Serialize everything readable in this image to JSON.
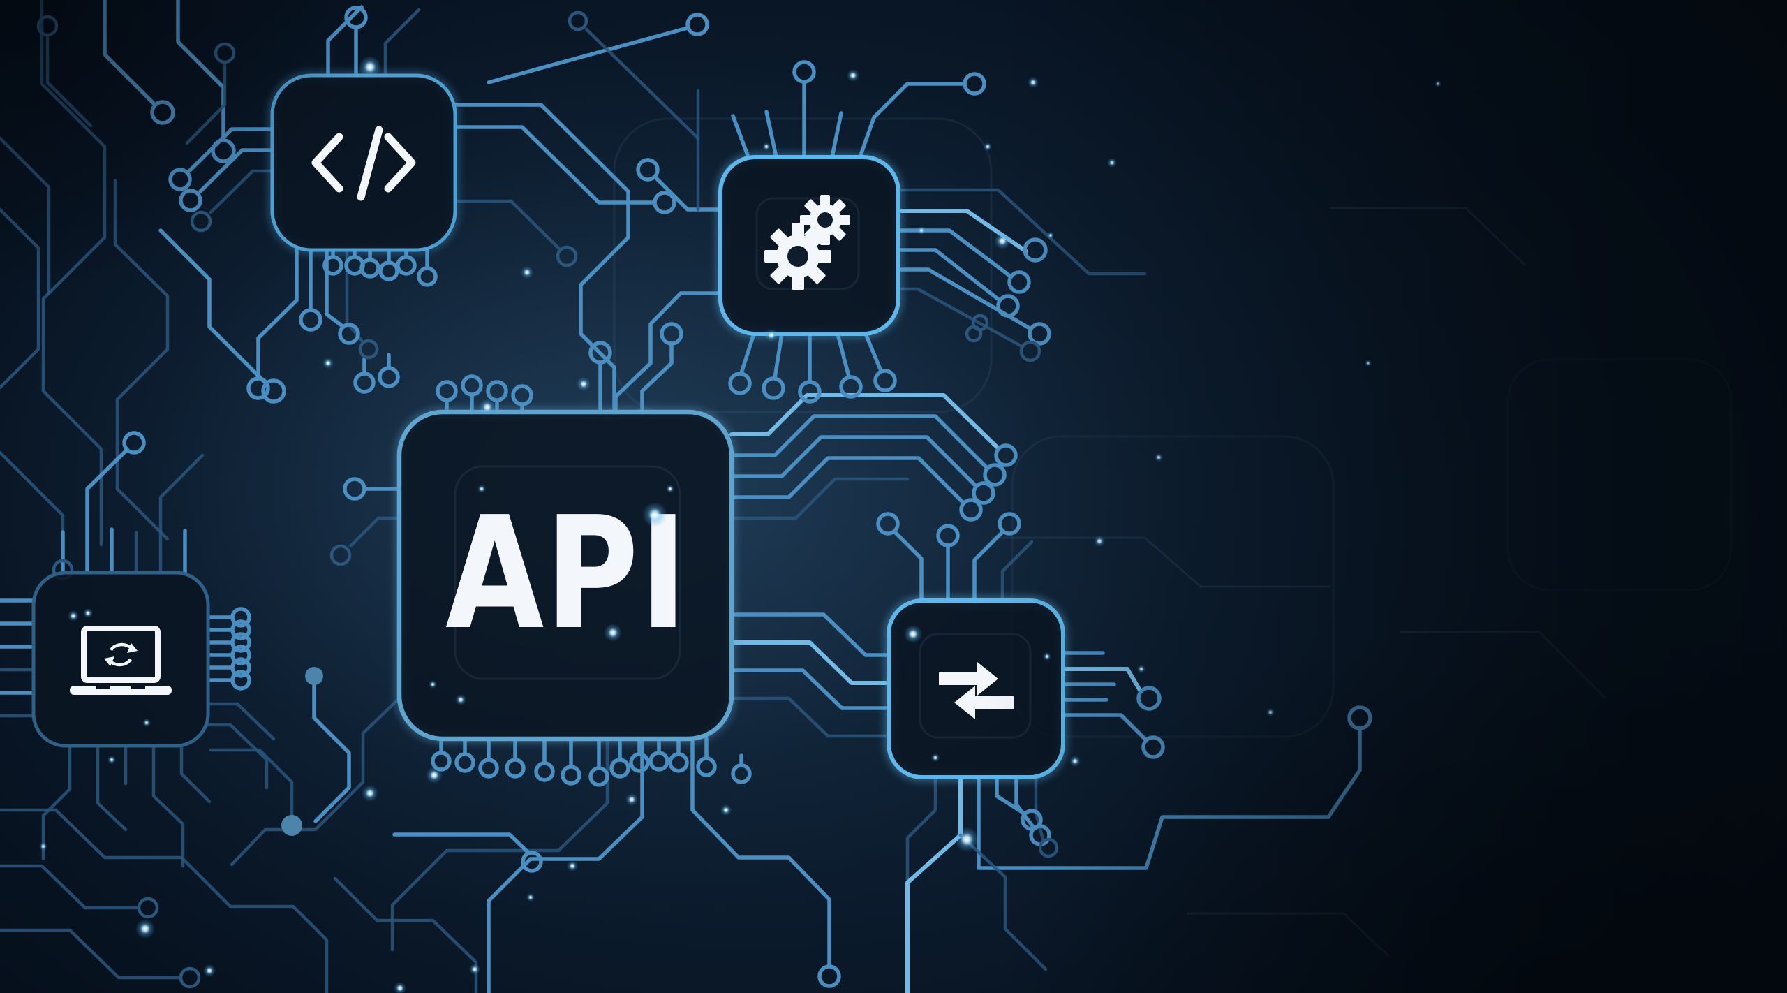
{
  "illustration": {
    "center_chip": {
      "label": "API"
    },
    "chips": [
      {
        "name": "code",
        "icon": "code-slash-icon"
      },
      {
        "name": "settings",
        "icon": "gears-icon"
      },
      {
        "name": "device-sync",
        "icon": "laptop-sync-icon"
      },
      {
        "name": "data-exchange",
        "icon": "transfer-arrows-icon"
      }
    ]
  },
  "colors": {
    "bg_dark": "#040b14",
    "bg_mid": "#0c1c2e",
    "bg_glow": "#2e5876",
    "trace": "#4b8fc2",
    "trace_bright": "#73b9e6",
    "trace_dim": "#2c567c",
    "chip_border": "#4f9ed2",
    "chip_border_bright": "#5fb6ea",
    "chip_border_dim": "#2f6188",
    "chip_fill": "#0a1522",
    "icon_white": "#f3f7fb",
    "spark": "#c9ecff"
  }
}
